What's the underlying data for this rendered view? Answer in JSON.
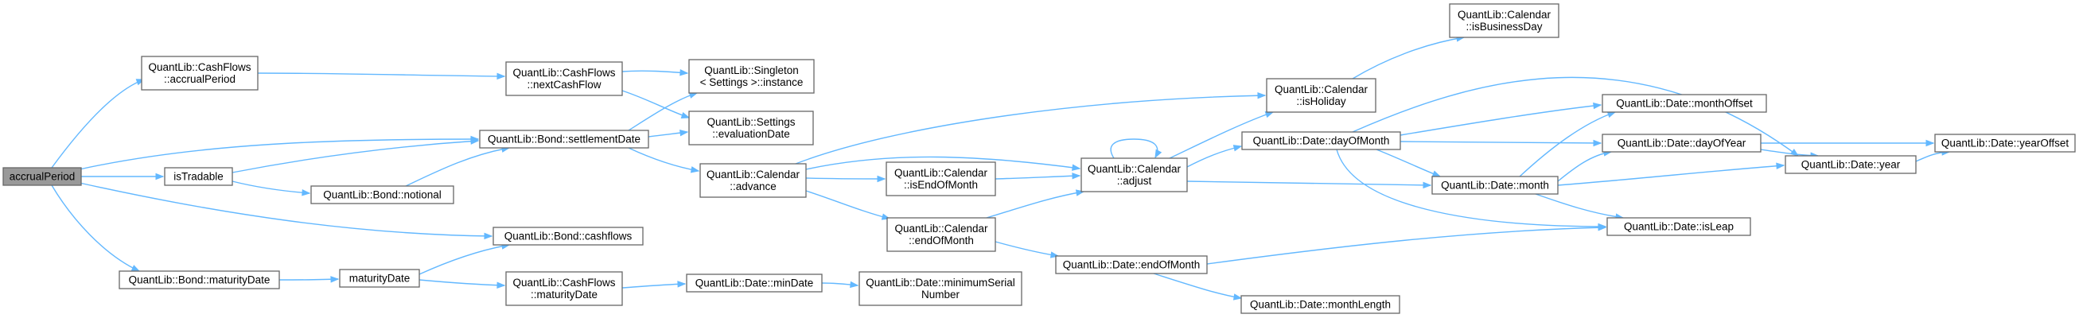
{
  "graph": {
    "root": "accrualPeriod",
    "nodes": [
      {
        "id": "accrualPeriod",
        "lines": [
          "accrualPeriod"
        ],
        "root": true
      },
      {
        "id": "cf_accrualPeriod",
        "lines": [
          "QuantLib::CashFlows",
          "::accrualPeriod"
        ]
      },
      {
        "id": "isTradable",
        "lines": [
          "isTradable"
        ]
      },
      {
        "id": "bond_maturityDate",
        "lines": [
          "QuantLib::Bond::maturityDate"
        ]
      },
      {
        "id": "cf_nextCashFlow",
        "lines": [
          "QuantLib::CashFlows",
          "::nextCashFlow"
        ]
      },
      {
        "id": "bond_settlementDate",
        "lines": [
          "QuantLib::Bond::settlementDate"
        ]
      },
      {
        "id": "bond_notional",
        "lines": [
          "QuantLib::Bond::notional"
        ]
      },
      {
        "id": "bond_cashflows",
        "lines": [
          "QuantLib::Bond::cashflows"
        ]
      },
      {
        "id": "maturityDate",
        "lines": [
          "maturityDate"
        ]
      },
      {
        "id": "singleton_instance",
        "lines": [
          "QuantLib::Singleton",
          "< Settings >::instance"
        ]
      },
      {
        "id": "settings_evalDate",
        "lines": [
          "QuantLib::Settings",
          "::evaluationDate"
        ]
      },
      {
        "id": "cal_advance",
        "lines": [
          "QuantLib::Calendar",
          "::advance"
        ]
      },
      {
        "id": "cf_maturityDate",
        "lines": [
          "QuantLib::CashFlows",
          "::maturityDate"
        ]
      },
      {
        "id": "date_minDate",
        "lines": [
          "QuantLib::Date::minDate"
        ]
      },
      {
        "id": "cal_isEndOfMonth",
        "lines": [
          "QuantLib::Calendar",
          "::isEndOfMonth"
        ]
      },
      {
        "id": "cal_endOfMonth",
        "lines": [
          "QuantLib::Calendar",
          "::endOfMonth"
        ]
      },
      {
        "id": "date_minSerial",
        "lines": [
          "QuantLib::Date::minimumSerial",
          "Number"
        ]
      },
      {
        "id": "cal_adjust",
        "lines": [
          "QuantLib::Calendar",
          "::adjust"
        ]
      },
      {
        "id": "cal_isHoliday",
        "lines": [
          "QuantLib::Calendar",
          "::isHoliday"
        ]
      },
      {
        "id": "date_dayOfMonth",
        "lines": [
          "QuantLib::Date::dayOfMonth"
        ]
      },
      {
        "id": "date_endOfMonth",
        "lines": [
          "QuantLib::Date::endOfMonth"
        ]
      },
      {
        "id": "date_monthLength",
        "lines": [
          "QuantLib::Date::monthLength"
        ]
      },
      {
        "id": "cal_isBusinessDay",
        "lines": [
          "QuantLib::Calendar",
          "::isBusinessDay"
        ]
      },
      {
        "id": "date_month",
        "lines": [
          "QuantLib::Date::month"
        ]
      },
      {
        "id": "date_monthOffset",
        "lines": [
          "QuantLib::Date::monthOffset"
        ]
      },
      {
        "id": "date_dayOfYear",
        "lines": [
          "QuantLib::Date::dayOfYear"
        ]
      },
      {
        "id": "date_isLeap",
        "lines": [
          "QuantLib::Date::isLeap"
        ]
      },
      {
        "id": "date_year",
        "lines": [
          "QuantLib::Date::year"
        ]
      },
      {
        "id": "date_yearOffset",
        "lines": [
          "QuantLib::Date::yearOffset"
        ]
      }
    ],
    "edges": [
      {
        "from": "accrualPeriod",
        "to": "cf_accrualPeriod"
      },
      {
        "from": "accrualPeriod",
        "to": "bond_settlementDate"
      },
      {
        "from": "accrualPeriod",
        "to": "isTradable"
      },
      {
        "from": "accrualPeriod",
        "to": "bond_cashflows"
      },
      {
        "from": "accrualPeriod",
        "to": "bond_maturityDate"
      },
      {
        "from": "cf_accrualPeriod",
        "to": "cf_nextCashFlow"
      },
      {
        "from": "cf_nextCashFlow",
        "to": "singleton_instance"
      },
      {
        "from": "cf_nextCashFlow",
        "to": "settings_evalDate"
      },
      {
        "from": "bond_settlementDate",
        "to": "singleton_instance"
      },
      {
        "from": "bond_settlementDate",
        "to": "settings_evalDate"
      },
      {
        "from": "bond_settlementDate",
        "to": "cal_advance"
      },
      {
        "from": "isTradable",
        "to": "bond_settlementDate"
      },
      {
        "from": "isTradable",
        "to": "bond_notional"
      },
      {
        "from": "bond_notional",
        "to": "bond_settlementDate"
      },
      {
        "from": "bond_maturityDate",
        "to": "maturityDate"
      },
      {
        "from": "maturityDate",
        "to": "bond_cashflows"
      },
      {
        "from": "maturityDate",
        "to": "cf_maturityDate"
      },
      {
        "from": "cf_maturityDate",
        "to": "date_minDate"
      },
      {
        "from": "date_minDate",
        "to": "date_minSerial"
      },
      {
        "from": "cal_advance",
        "to": "cal_isHoliday"
      },
      {
        "from": "cal_advance",
        "to": "cal_adjust"
      },
      {
        "from": "cal_advance",
        "to": "cal_isEndOfMonth"
      },
      {
        "from": "cal_advance",
        "to": "cal_endOfMonth"
      },
      {
        "from": "cal_isEndOfMonth",
        "to": "cal_adjust"
      },
      {
        "from": "cal_endOfMonth",
        "to": "cal_adjust"
      },
      {
        "from": "cal_endOfMonth",
        "to": "date_endOfMonth"
      },
      {
        "from": "cal_adjust",
        "to": "cal_adjust"
      },
      {
        "from": "cal_adjust",
        "to": "cal_isHoliday"
      },
      {
        "from": "cal_adjust",
        "to": "date_dayOfMonth"
      },
      {
        "from": "cal_adjust",
        "to": "date_month"
      },
      {
        "from": "cal_isHoliday",
        "to": "cal_isBusinessDay"
      },
      {
        "from": "date_dayOfMonth",
        "to": "date_year"
      },
      {
        "from": "date_dayOfMonth",
        "to": "date_monthOffset"
      },
      {
        "from": "date_dayOfMonth",
        "to": "date_dayOfYear"
      },
      {
        "from": "date_dayOfMonth",
        "to": "date_month"
      },
      {
        "from": "date_dayOfMonth",
        "to": "date_isLeap"
      },
      {
        "from": "date_endOfMonth",
        "to": "date_isLeap"
      },
      {
        "from": "date_endOfMonth",
        "to": "date_monthLength"
      },
      {
        "from": "date_month",
        "to": "date_monthOffset"
      },
      {
        "from": "date_month",
        "to": "date_dayOfYear"
      },
      {
        "from": "date_month",
        "to": "date_year"
      },
      {
        "from": "date_month",
        "to": "date_isLeap"
      },
      {
        "from": "date_dayOfYear",
        "to": "date_yearOffset"
      },
      {
        "from": "date_dayOfYear",
        "to": "date_year"
      },
      {
        "from": "date_year",
        "to": "date_yearOffset"
      }
    ]
  },
  "colors": {
    "edge": "#63b8ff",
    "node_border": "#666666",
    "node_fill": "#ffffff",
    "root_fill": "#999999"
  }
}
